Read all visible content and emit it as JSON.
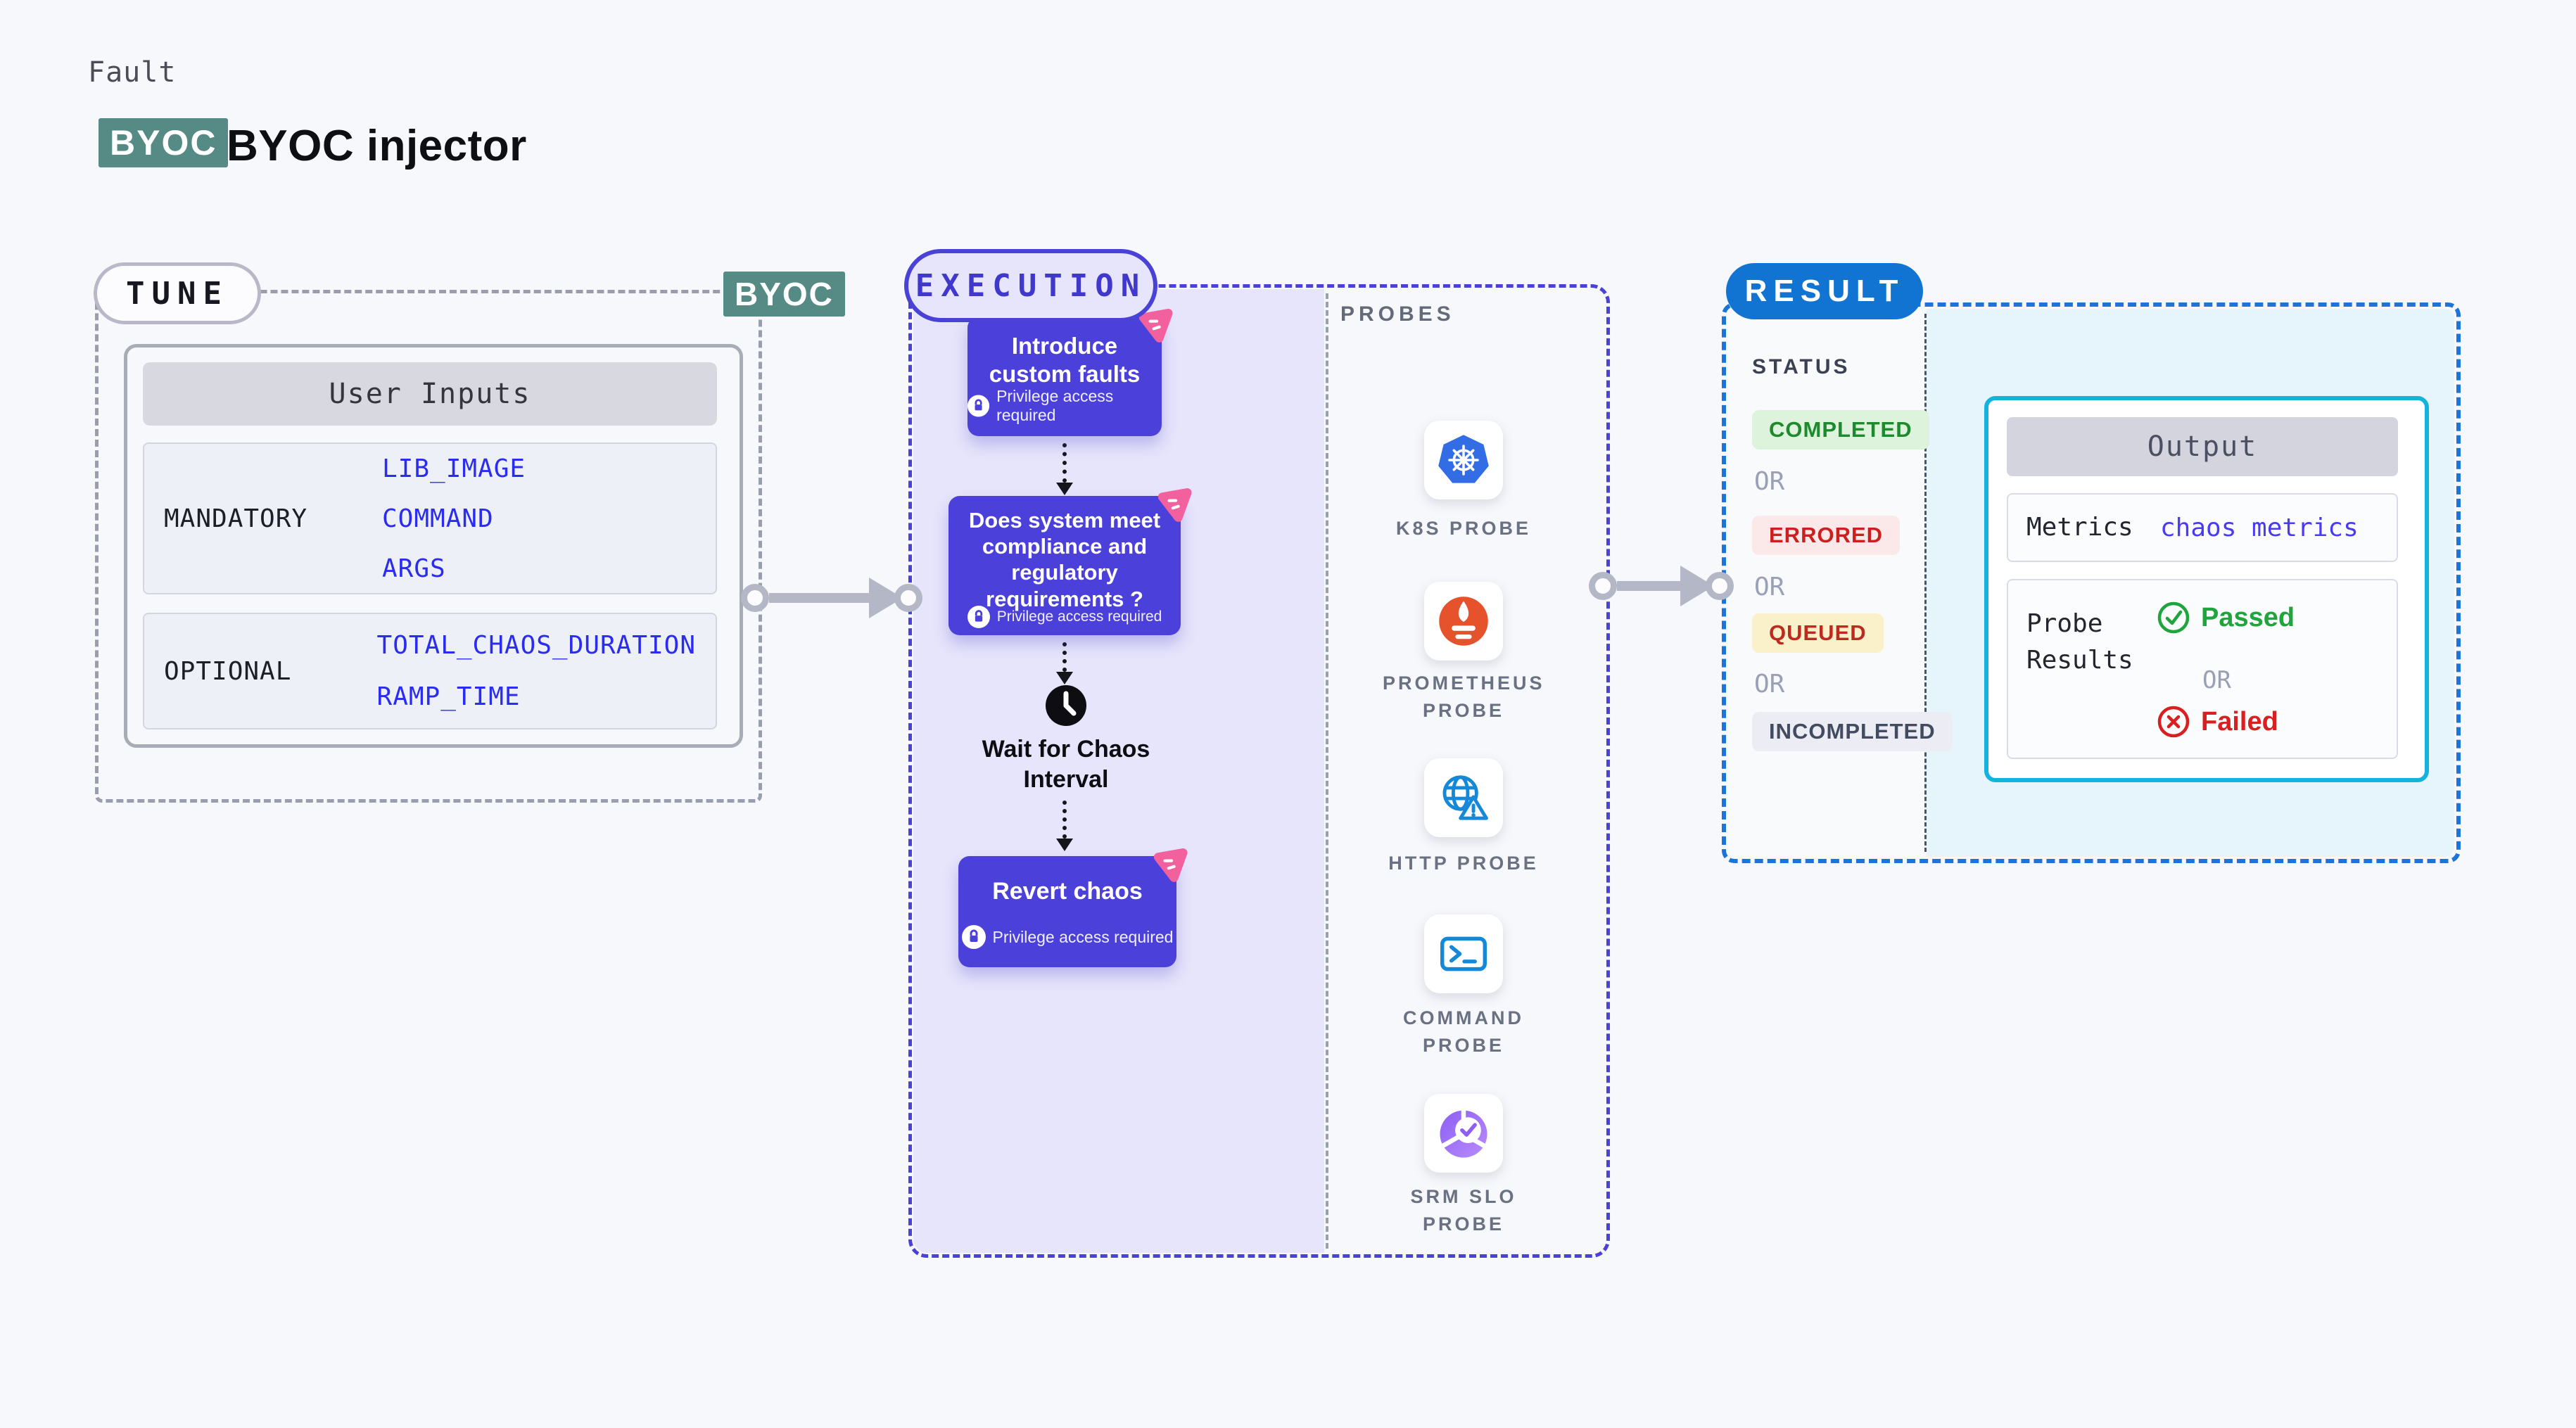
{
  "header": {
    "kicker": "Fault",
    "byoc_badge": "BYOC",
    "title": "BYOC injector"
  },
  "tune": {
    "pill": "TUNE",
    "byoc_badge": "BYOC",
    "table": {
      "header": "User Inputs",
      "rows": [
        {
          "label": "MANDATORY",
          "values": [
            "LIB_IMAGE",
            "COMMAND",
            "ARGS"
          ]
        },
        {
          "label": "OPTIONAL",
          "values": [
            "TOTAL_CHAOS_DURATION",
            "RAMP_TIME"
          ]
        }
      ]
    }
  },
  "execution": {
    "pill": "EXECUTION",
    "privilege_note": "Privilege access required",
    "steps": [
      {
        "title": "Introduce custom faults"
      },
      {
        "title": "Does system meet compliance and regulatory requirements ?"
      },
      {
        "title": "Revert chaos"
      }
    ],
    "wait_label": "Wait for Chaos Interval"
  },
  "probes": {
    "heading": "PROBES",
    "items": [
      {
        "label": "K8S PROBE",
        "icon": "kubernetes-icon"
      },
      {
        "label": "PROMETHEUS PROBE",
        "icon": "prometheus-icon"
      },
      {
        "label": "HTTP PROBE",
        "icon": "globe-warning-icon"
      },
      {
        "label": "COMMAND PROBE",
        "icon": "terminal-icon"
      },
      {
        "label": "SRM SLO PROBE",
        "icon": "slo-donut-check-icon"
      }
    ]
  },
  "result": {
    "pill": "RESULT",
    "status": {
      "heading": "STATUS",
      "or_label": "OR",
      "items": [
        {
          "label": "COMPLETED",
          "type": "success"
        },
        {
          "label": "ERRORED",
          "type": "error"
        },
        {
          "label": "QUEUED",
          "type": "warning"
        },
        {
          "label": "INCOMPLETED",
          "type": "muted"
        }
      ]
    },
    "output": {
      "header": "Output",
      "metrics_label": "Metrics",
      "metrics_value": "chaos metrics",
      "probe_results_label": "Probe Results",
      "passed_label": "Passed",
      "or_label": "OR",
      "failed_label": "Failed"
    }
  },
  "colors": {
    "teal": "#568a84",
    "indigo": "#4c40da",
    "lavender": "#e7e5fb",
    "result_blue": "#1274d2",
    "cyan_border": "#14b2dc",
    "pink": "#f2609e",
    "value_blue": "#2a2cf0",
    "passed_green": "#1fa53c",
    "failed_red": "#d92020"
  }
}
